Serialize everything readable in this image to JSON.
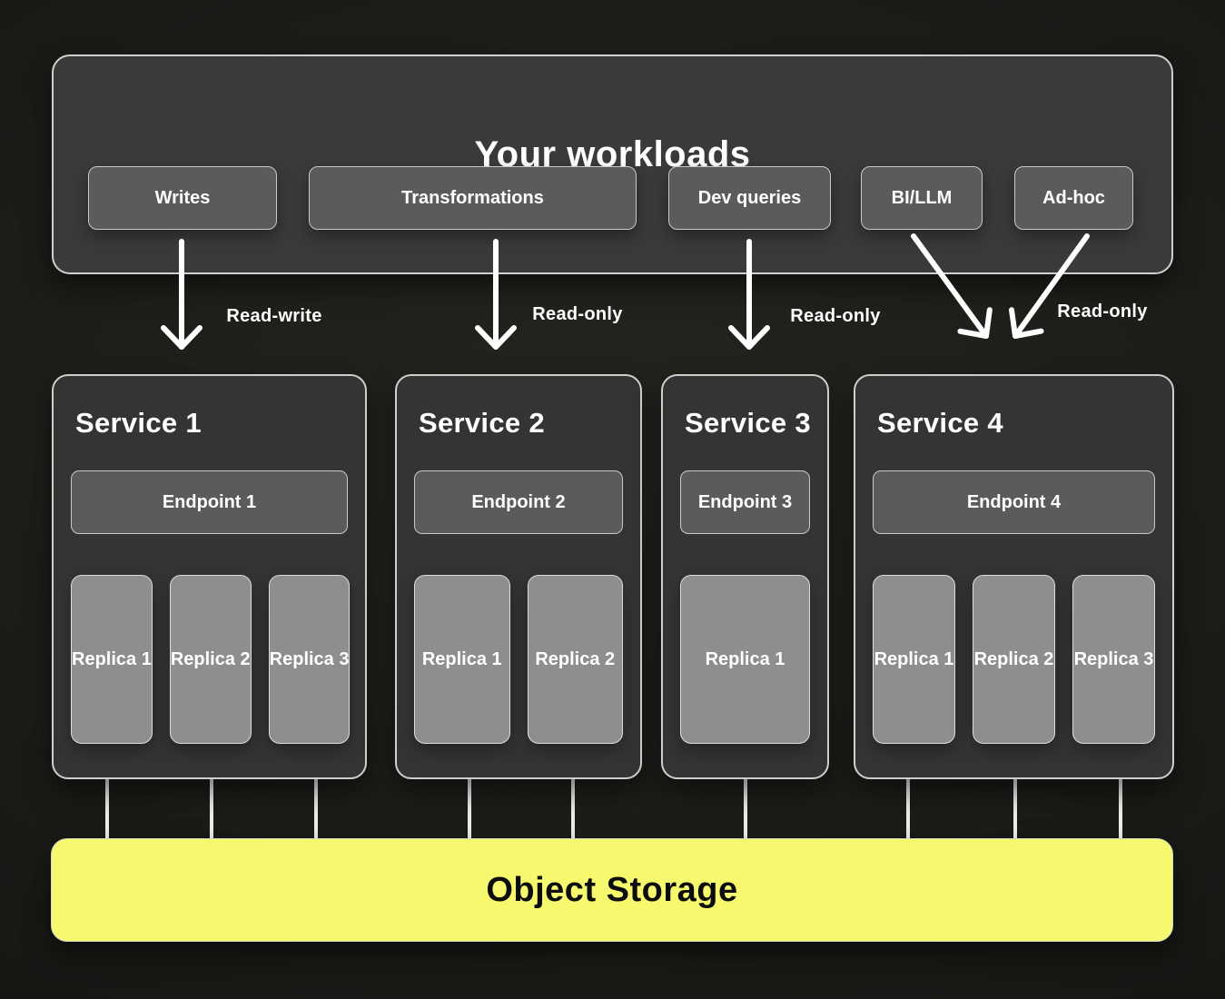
{
  "workloads": {
    "title": "Your workloads",
    "buttons": [
      {
        "label": "Writes"
      },
      {
        "label": "Transformations"
      },
      {
        "label": "Dev queries"
      },
      {
        "label": "BI/LLM"
      },
      {
        "label": "Ad-hoc"
      }
    ]
  },
  "arrows": {
    "labels": [
      {
        "text": "Read-write"
      },
      {
        "text": "Read-only"
      },
      {
        "text": "Read-only"
      },
      {
        "text": "Read-only"
      }
    ]
  },
  "services": [
    {
      "title": "Service 1",
      "endpoint": "Endpoint 1",
      "replicas": [
        "Replica 1",
        "Replica 2",
        "Replica 3"
      ]
    },
    {
      "title": "Service 2",
      "endpoint": "Endpoint 2",
      "replicas": [
        "Replica 1",
        "Replica 2"
      ]
    },
    {
      "title": "Service 3",
      "endpoint": "Endpoint 3",
      "replicas": [
        "Replica 1"
      ]
    },
    {
      "title": "Service 4",
      "endpoint": "Endpoint 4",
      "replicas": [
        "Replica 1",
        "Replica 2",
        "Replica 3"
      ]
    }
  ],
  "storage": {
    "label": "Object Storage"
  },
  "colors": {
    "background": "#1b1b18",
    "panel": "#3a3a3a",
    "service_panel": "#343434",
    "node": "#5b5b5b",
    "replica": "#8e8e8e",
    "arrow": "#ffffff",
    "storage_accent": "#f6f96e",
    "storage_text": "#0d0d0d"
  }
}
